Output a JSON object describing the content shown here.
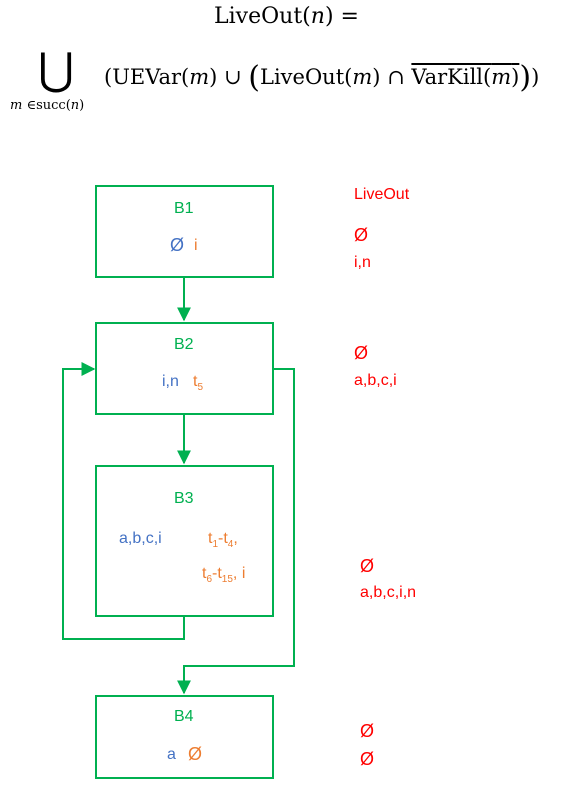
{
  "formula": {
    "lhs": "LiveOut(",
    "lhs_var": "n",
    "lhs_end": ") =",
    "union": "⋃",
    "sub_var": "m ",
    "sub_in": "∈succ(",
    "sub_n": "n",
    "sub_end": ")",
    "e1": "(UEVar(",
    "m1": "m",
    "e2": ") ∪ ",
    "lp": "(",
    "e3": "LiveOut(",
    "m2": "m",
    "e4": ") ∩ ",
    "e5": "VarKill(",
    "m3": "m",
    "e6": ")",
    "rp": ")",
    "e7": ")"
  },
  "colors": {
    "block_border": "#00b050",
    "arrows": "#00b050",
    "uevar": "#4472c4",
    "varkill": "#ed7d31",
    "liveout": "#ff0000"
  },
  "liveout_header": "LiveOut",
  "blocks": {
    "b1": {
      "label": "B1",
      "uevar": "Ø",
      "varkill": "i",
      "liveout_1": "Ø",
      "liveout_2": "i,n"
    },
    "b2": {
      "label": "B2",
      "uevar": "i,n",
      "varkill_t": "t",
      "varkill_sub": "5",
      "liveout_1": "Ø",
      "liveout_2": "a,b,c,i"
    },
    "b3": {
      "label": "B3",
      "uevar": "a,b,c,i",
      "k1": "t",
      "k1s": "1",
      "k2": "-t",
      "k2s": "4",
      "k3": ",",
      "k4": "t",
      "k4s": "6",
      "k5": "-t",
      "k5s": "15",
      "k6": ", i",
      "liveout_1": "Ø",
      "liveout_2": "a,b,c,i,n"
    },
    "b4": {
      "label": "B4",
      "uevar": "a",
      "varkill": "Ø",
      "liveout_1": "Ø",
      "liveout_2": "Ø"
    }
  }
}
